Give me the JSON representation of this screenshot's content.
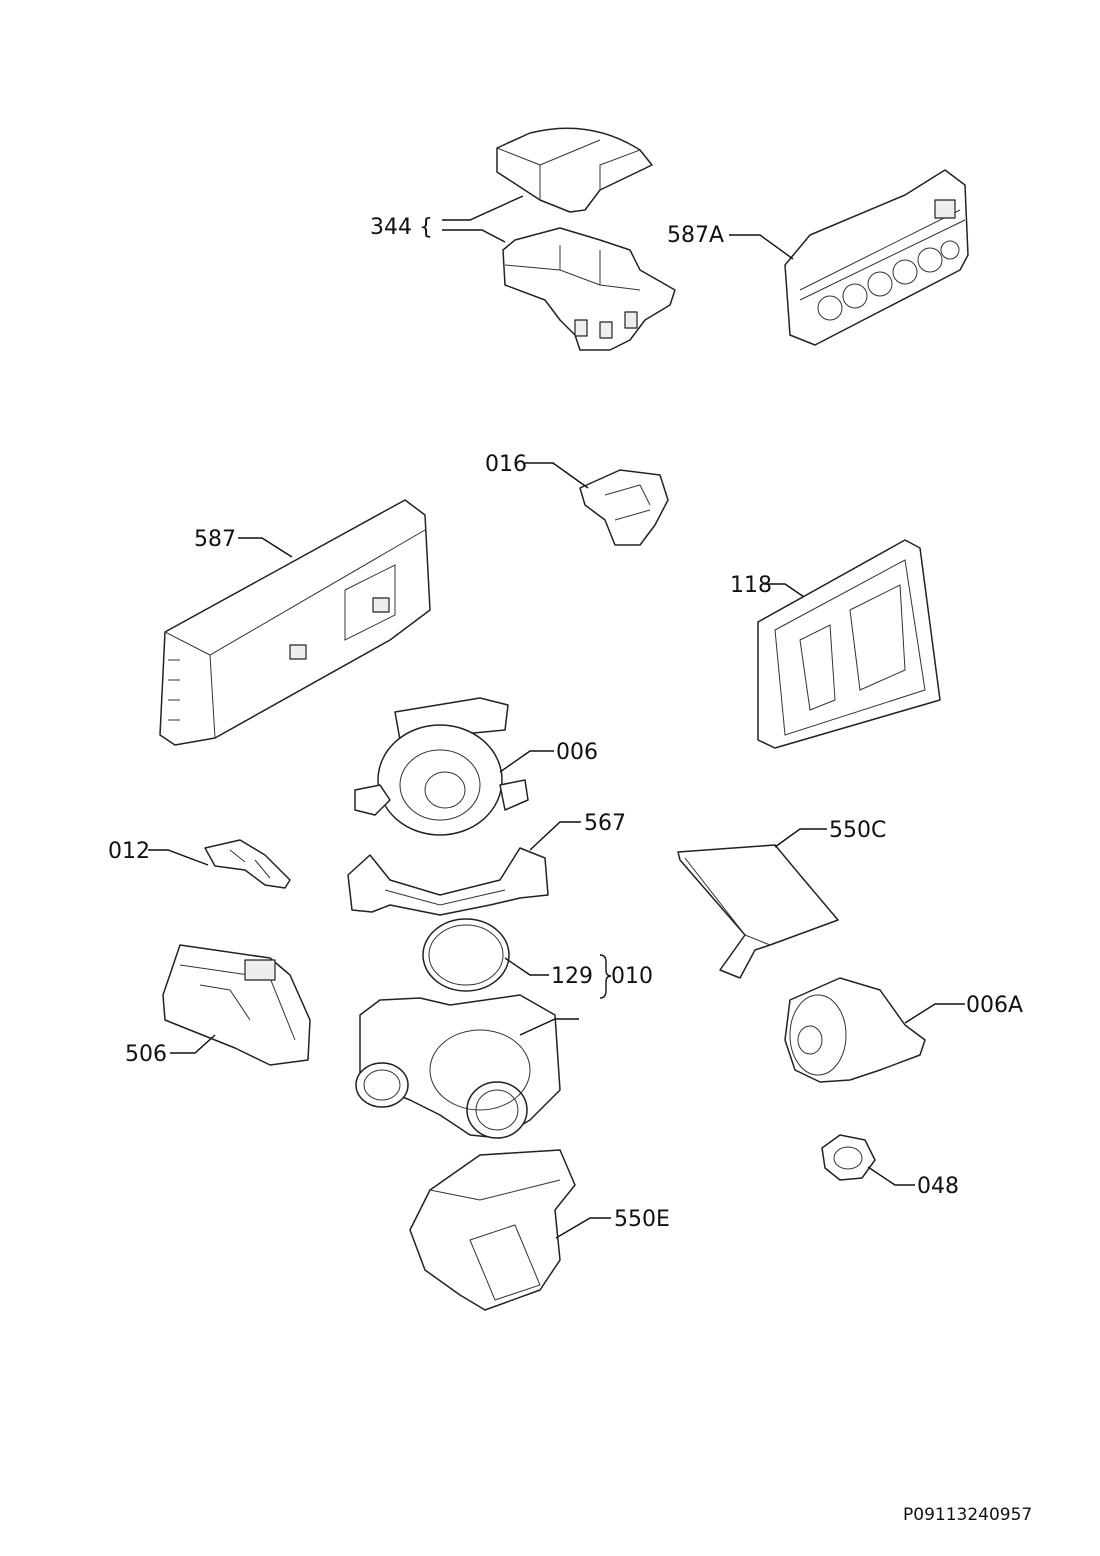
{
  "drawing": {
    "doc_number": "P09113240957"
  },
  "callouts": [
    {
      "id": "344",
      "label": "344 {"
    },
    {
      "id": "587A",
      "label": "587A"
    },
    {
      "id": "016",
      "label": "016"
    },
    {
      "id": "587",
      "label": "587"
    },
    {
      "id": "118",
      "label": "118"
    },
    {
      "id": "006",
      "label": "006"
    },
    {
      "id": "567",
      "label": "567"
    },
    {
      "id": "012",
      "label": "012"
    },
    {
      "id": "550C",
      "label": "550C"
    },
    {
      "id": "129",
      "label": "129"
    },
    {
      "id": "010",
      "label": "010"
    },
    {
      "id": "506",
      "label": "506"
    },
    {
      "id": "006A",
      "label": "006A"
    },
    {
      "id": "048",
      "label": "048"
    },
    {
      "id": "550E",
      "label": "550E"
    }
  ]
}
